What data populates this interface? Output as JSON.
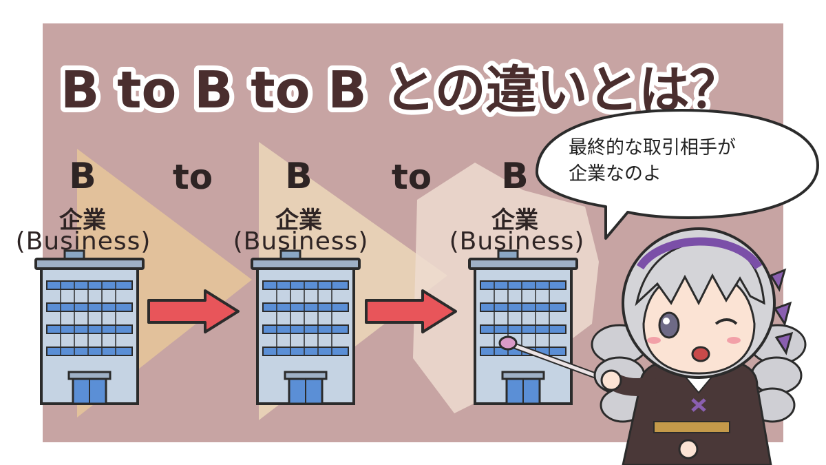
{
  "title": "B to B to B との違いとは？",
  "chain": {
    "b_letter": "B",
    "to_word": "to",
    "jp_label": "企業",
    "en_label": "(Business)"
  },
  "speech_bubble": {
    "line1": "最終的な取引相手が",
    "line2": "企業なのよ"
  },
  "colors": {
    "panel_background": "#c7a4a3",
    "title_text": "#4a2e2e",
    "arrow": "#e8555a",
    "building_window": "#5b8fd6",
    "spotlight": "#f2e7c4"
  },
  "icons": [
    "building-icon",
    "arrow-right-icon",
    "character-illustration",
    "pointer-stick-icon"
  ]
}
